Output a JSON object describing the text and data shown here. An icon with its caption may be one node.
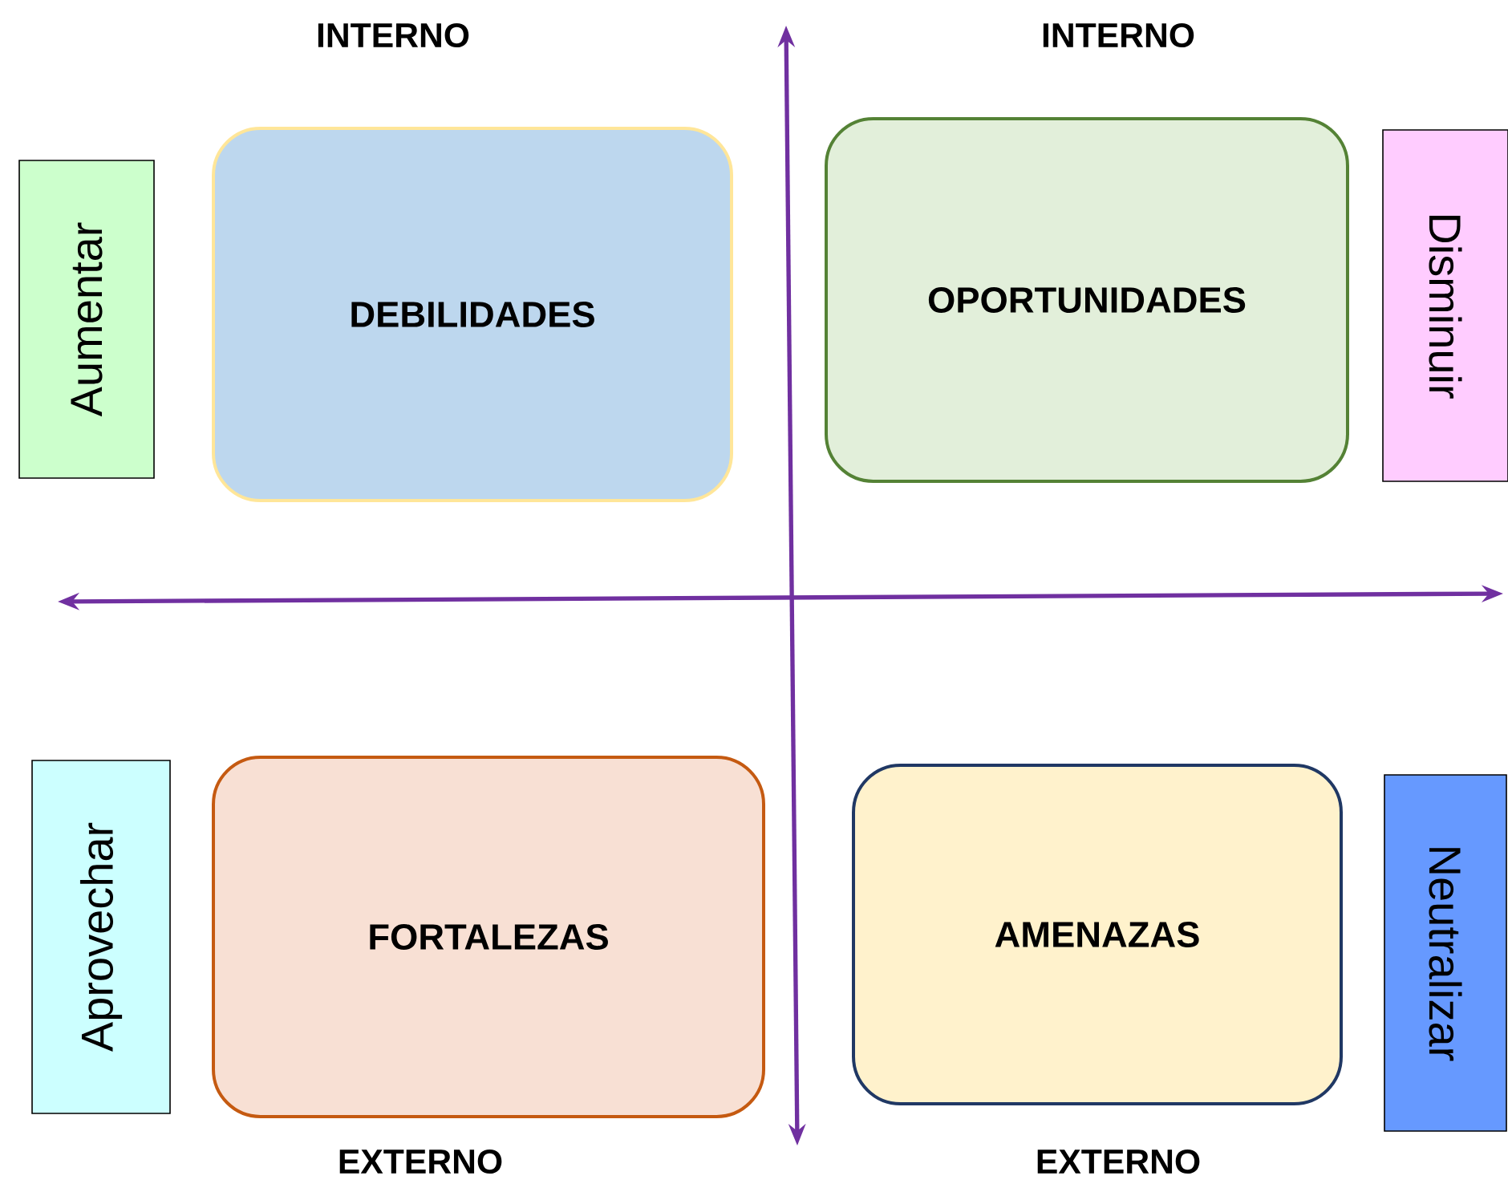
{
  "diagram": {
    "nodes": [
      {
        "text": [
          "Aumentar"
        ]
      },
      {
        "text": [
          "DEBILIDADES"
        ]
      },
      {
        "text": [
          "OPORTUNIDADES"
        ]
      },
      {
        "text": [
          "Disminuir"
        ]
      },
      {
        "text": [
          "Aprovechar"
        ]
      },
      {
        "text": [
          "FORTALEZAS"
        ]
      },
      {
        "text": [
          "AMENAZAS"
        ]
      },
      {
        "text": [
          "Neutralizar"
        ]
      }
    ],
    "labels": [
      "INTERNO",
      "INTERNO",
      "EXTERNO",
      "EXTERNO"
    ]
  }
}
